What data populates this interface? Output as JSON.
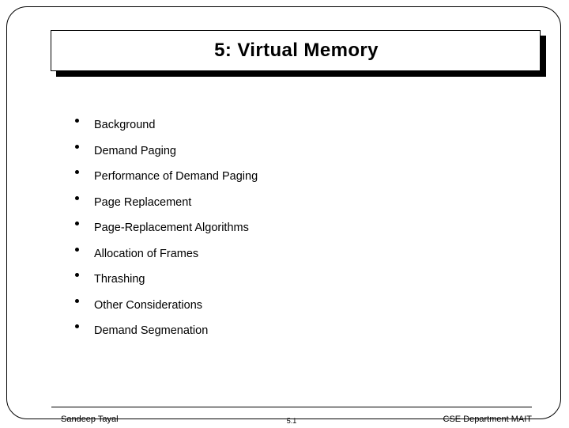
{
  "slide": {
    "title": "5:  Virtual Memory",
    "bullets": [
      {
        "label": "Background"
      },
      {
        "label": "Demand Paging"
      },
      {
        "label": "Performance of Demand Paging"
      },
      {
        "label": "Page Replacement"
      },
      {
        "label": "Page-Replacement Algorithms"
      },
      {
        "label": "Allocation of Frames"
      },
      {
        "label": "Thrashing"
      },
      {
        "label": "Other Considerations"
      },
      {
        "label": "Demand Segmenation"
      }
    ],
    "footer": {
      "author": "Sandeep Tayal",
      "slide_number": "5.1",
      "department": "CSE Department MAIT"
    },
    "colors": {
      "text": "#000000",
      "background": "#ffffff",
      "accent": "#000000"
    }
  }
}
